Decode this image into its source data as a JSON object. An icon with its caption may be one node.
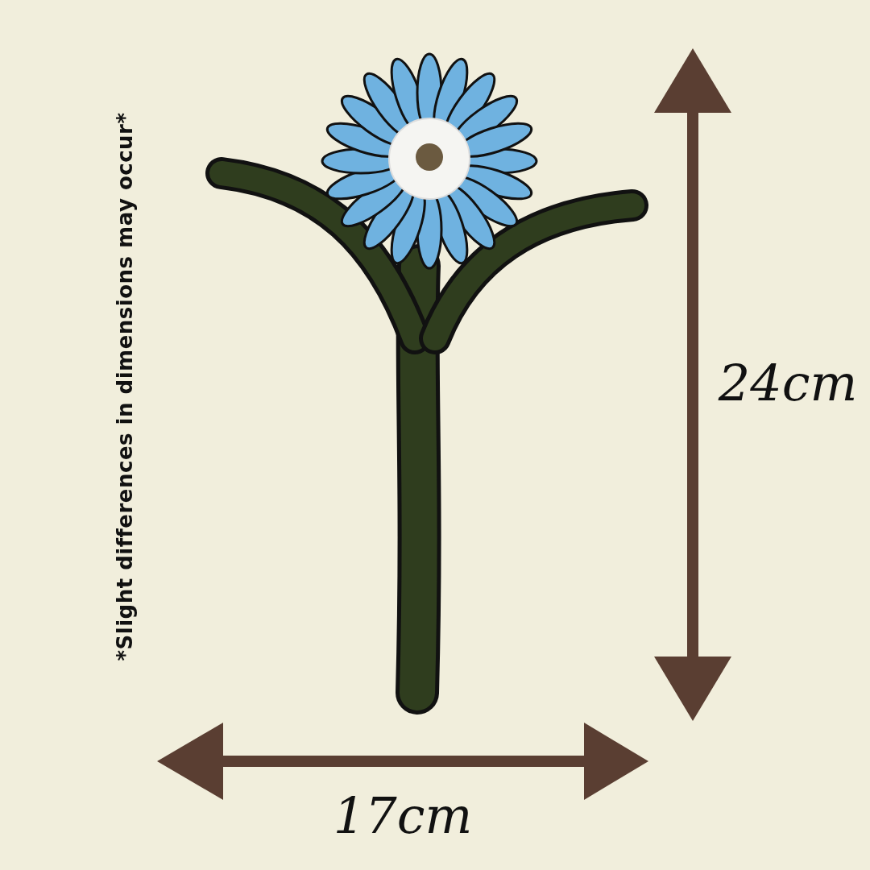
{
  "diagram": {
    "labels": [
      "*Slight differences in dimensions may occur*",
      "24cm",
      "17cm"
    ]
  }
}
